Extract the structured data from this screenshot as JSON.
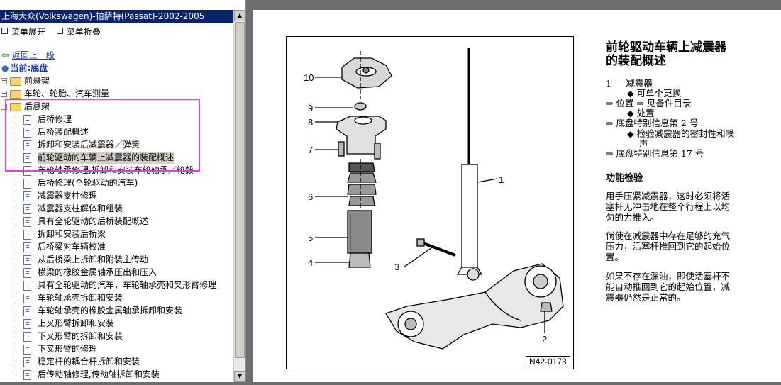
{
  "left_panel": {
    "title": "上海大众(Volkswagen)-帕萨特(Passat)-2002-2005",
    "menu": {
      "expand": "菜单展开",
      "collapse": "菜单折叠"
    },
    "back": "返回上一级",
    "current": "当前:底盘",
    "folders": [
      {
        "label": "前悬架",
        "expander": "+"
      },
      {
        "label": "车轮、轮胎、汽车测量",
        "expander": "+"
      },
      {
        "label": "后悬架",
        "expander": "−"
      }
    ],
    "docs": [
      "后桥修理",
      "后桥装配概述",
      "拆卸和安装后减震器／弹簧",
      "前轮驱动的车辆上减震器的装配概述",
      "车轮轴承修理,拆卸和安装车轮轴承／轮毂",
      "后桥修理(全轮驱动的汽车)",
      "减震器支柱修理",
      "减震器支柱解体和组装",
      "具有全轮驱动的后桥装配概述",
      "拆卸和安装后桥梁",
      "后桥梁对车辆校准",
      "从后桥梁上拆卸和附装主传动",
      "横梁的橡胶金属轴承压出和压入",
      "具有全轮驱动的汽车，车轮轴承壳和叉形臂修理",
      "车轮轴承壳拆卸和安装",
      "车轮轴承壳的橡胶金属轴承拆卸和安装",
      "上叉形臂拆卸和安装",
      "下叉形臂的拆卸和安装",
      "下叉形臂的修理",
      "稳定杆的耦合杆拆卸和安装",
      "后传动轴修理,传动轴拆卸和安装"
    ],
    "selected_index": 3
  },
  "document": {
    "title_lines": [
      "前轮驱动车辆上减震器",
      "的装配概述"
    ],
    "items": [
      "1 — 减震器",
      "◆ 可单个更换",
      "⇒ 位置 ⇒ 见备件目录",
      "◆ 处置",
      "⇒ 底盘特别信息第 2 号",
      "◆ 检验减震器的密封性和噪",
      "声",
      "⇒ 底盘特别信息第 17 号"
    ],
    "function_title": "功能检验",
    "paragraphs": [
      [
        "用手压紧减震器，这时必须将活",
        "塞杆无冲击地在整个行程上以均",
        "匀的力推入。"
      ],
      [
        "倘使在减震器中存在足够的充气",
        "压力，活塞杆推回到它的起始位",
        "置。"
      ],
      [
        "如果不存在漏油，即使活塞杆不",
        "能自动推回到它的起始位置，减",
        "震器仍然是正常的。"
      ]
    ],
    "figure": {
      "id": "N42-0173",
      "callouts": [
        "10",
        "9",
        "8",
        "7",
        "6",
        "5",
        "4",
        "3",
        "2",
        "1"
      ]
    }
  },
  "colors": {
    "title_bar": "#0a246a",
    "highlight": "#e83ae0",
    "link": "#1a3aa8"
  }
}
